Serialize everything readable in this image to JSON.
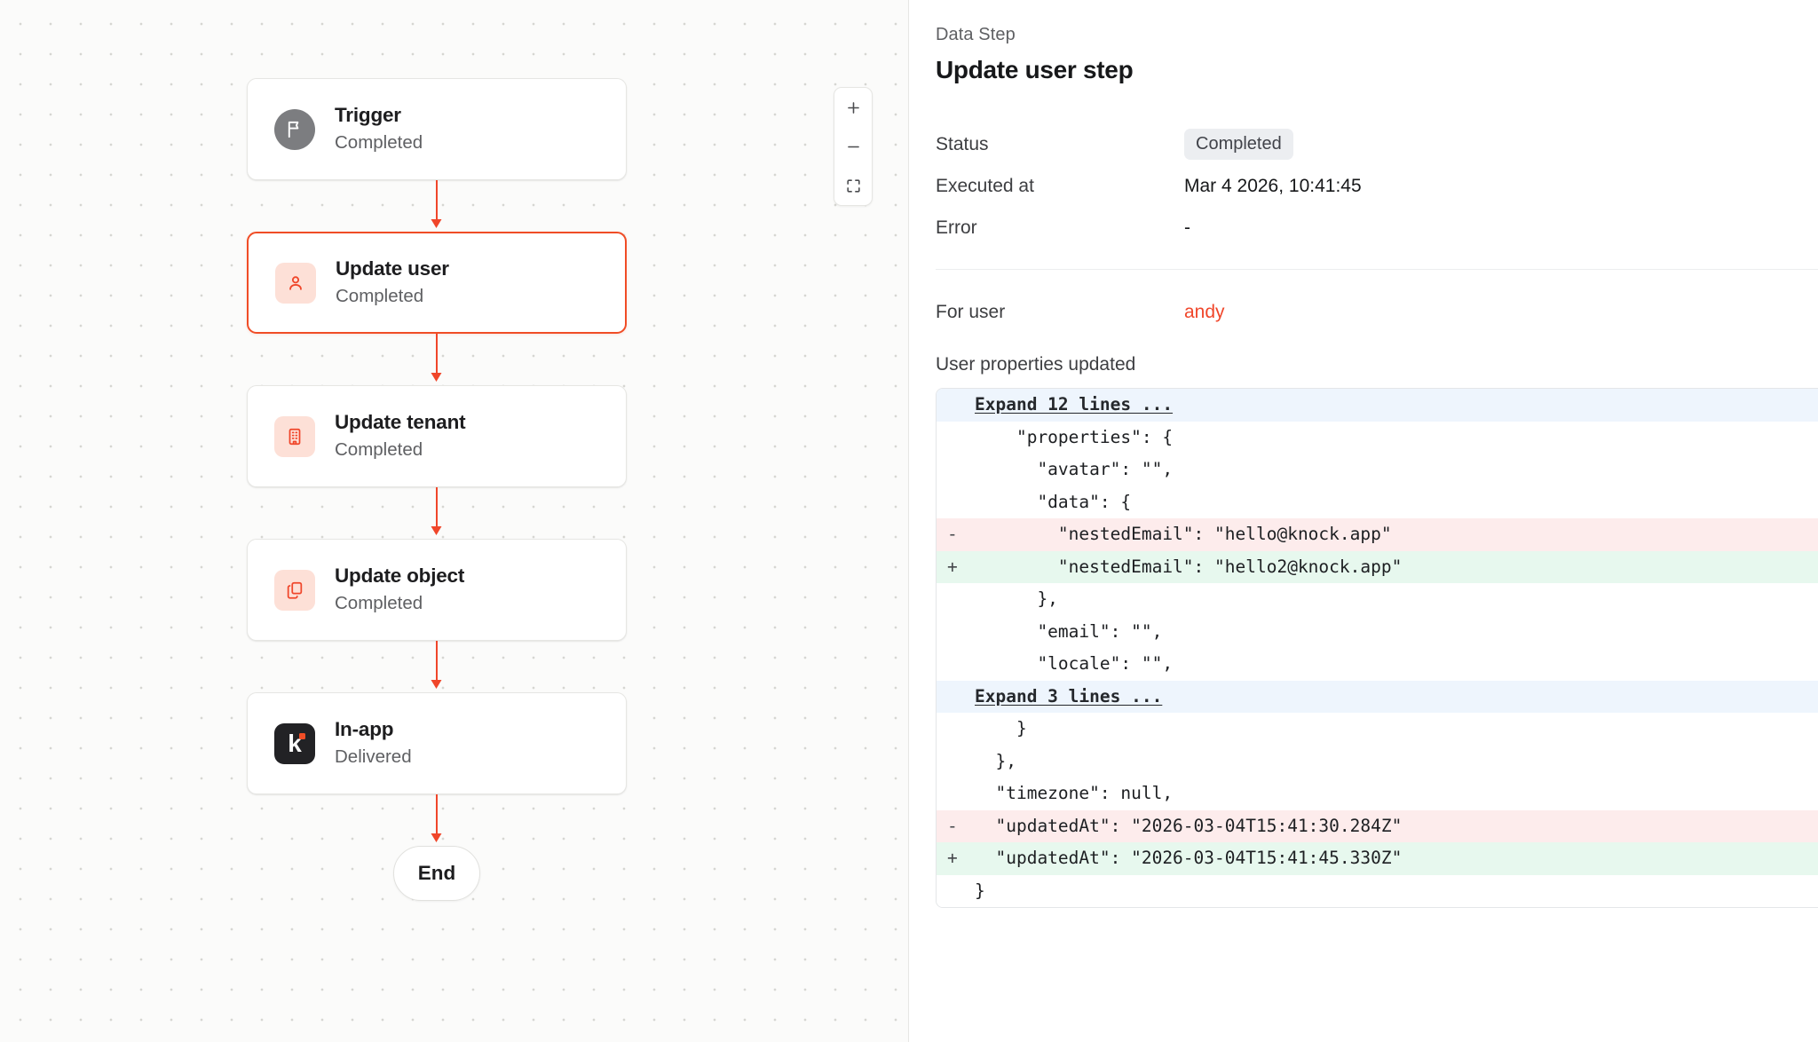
{
  "canvas": {
    "zoom_controls": {
      "zoom_in_label": "+",
      "zoom_out_label": "−",
      "fit_view_label": "fit-view"
    },
    "nodes": [
      {
        "title": "Trigger",
        "status": "Completed",
        "icon": "flag-icon",
        "icon_style": "round",
        "selected": false
      },
      {
        "title": "Update user",
        "status": "Completed",
        "icon": "user-icon",
        "icon_style": "peach",
        "selected": true
      },
      {
        "title": "Update tenant",
        "status": "Completed",
        "icon": "building-icon",
        "icon_style": "peach",
        "selected": false
      },
      {
        "title": "Update object",
        "status": "Completed",
        "icon": "copy-icon",
        "icon_style": "peach",
        "selected": false
      },
      {
        "title": "In-app",
        "status": "Delivered",
        "icon": "knock-k-logo",
        "icon_style": "dark",
        "selected": false
      }
    ],
    "end_label": "End",
    "edge_color": "#f0462a"
  },
  "panel": {
    "eyebrow": "Data Step",
    "title": "Update user step",
    "fields": [
      {
        "key": "Status",
        "value": "Completed",
        "kind": "badge"
      },
      {
        "key": "Executed at",
        "value": "Mar 4 2026, 10:41:45",
        "kind": "text"
      },
      {
        "key": "Error",
        "value": "-",
        "kind": "text"
      },
      {
        "key": "For user",
        "value": "andy",
        "kind": "link"
      }
    ],
    "section_label": "User properties updated",
    "diff": {
      "lines": [
        {
          "type": "expand",
          "gutter": "",
          "content": "Expand 12 lines ..."
        },
        {
          "type": "ctx",
          "gutter": "",
          "content": "    \"properties\": {"
        },
        {
          "type": "ctx",
          "gutter": "",
          "content": "      \"avatar\": \"\","
        },
        {
          "type": "ctx",
          "gutter": "",
          "content": "      \"data\": {"
        },
        {
          "type": "del",
          "gutter": "-",
          "content": "        \"nestedEmail\": \"hello@knock.app\""
        },
        {
          "type": "add",
          "gutter": "+",
          "content": "        \"nestedEmail\": \"hello2@knock.app\""
        },
        {
          "type": "ctx",
          "gutter": "",
          "content": "      },"
        },
        {
          "type": "ctx",
          "gutter": "",
          "content": "      \"email\": \"\","
        },
        {
          "type": "ctx",
          "gutter": "",
          "content": "      \"locale\": \"\","
        },
        {
          "type": "expand",
          "gutter": "",
          "content": "Expand 3 lines ..."
        },
        {
          "type": "ctx",
          "gutter": "",
          "content": "    }"
        },
        {
          "type": "ctx",
          "gutter": "",
          "content": "  },"
        },
        {
          "type": "ctx",
          "gutter": "",
          "content": "  \"timezone\": null,"
        },
        {
          "type": "del",
          "gutter": "-",
          "content": "  \"updatedAt\": \"2026-03-04T15:41:30.284Z\""
        },
        {
          "type": "add",
          "gutter": "+",
          "content": "  \"updatedAt\": \"2026-03-04T15:41:45.330Z\""
        },
        {
          "type": "ctx",
          "gutter": "",
          "content": "}"
        }
      ]
    }
  },
  "colors": {
    "accent": "#f0462a",
    "accent_soft": "#fde0d7",
    "diff_add": "#e7f8ee",
    "diff_del": "#fdecec",
    "expand_bg": "#eef5fd"
  }
}
